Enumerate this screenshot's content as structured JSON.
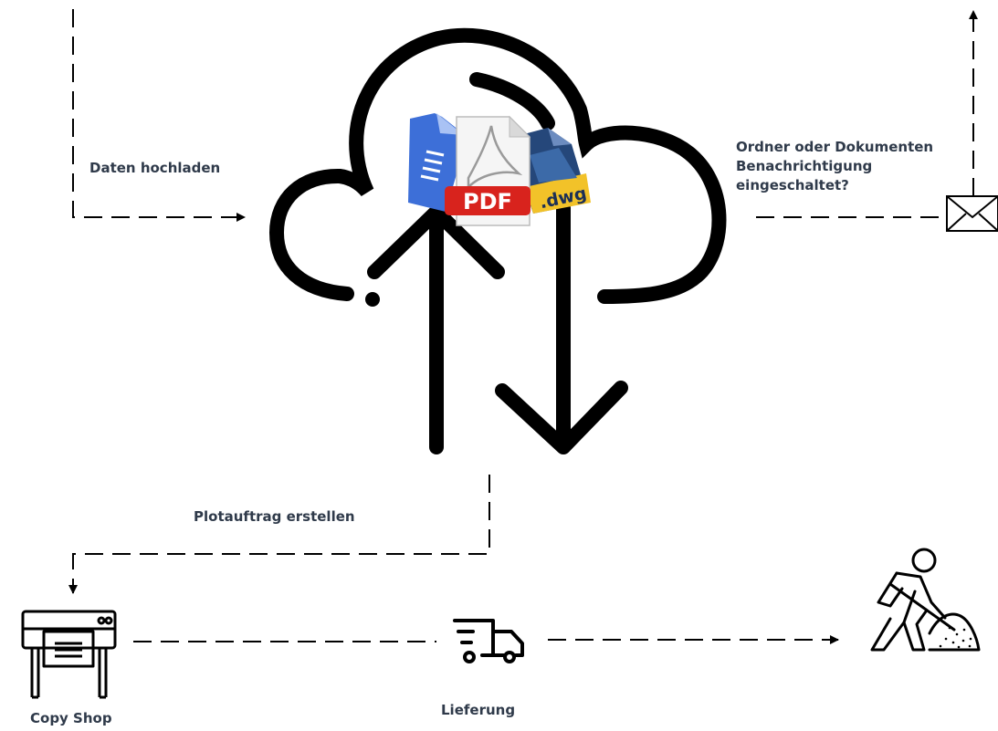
{
  "labels": {
    "upload": "Daten hochladen",
    "notify_line1": "Ordner oder Dokumenten",
    "notify_line2": "Benachrichtigung",
    "notify_line3": "eingeschaltet?",
    "plot_order": "Plotauftrag erstellen",
    "copy_shop": "Copy Shop",
    "delivery": "Lieferung"
  },
  "doc_badges": {
    "pdf": "PDF",
    "dwg": ".dwg"
  },
  "colors": {
    "text": "#2f3a4a",
    "line": "#000000",
    "pdf_red": "#d8231d",
    "docs_blue": "#3d6fd8",
    "dwg_yellow": "#f2c229",
    "dwg_navy": "#25477a"
  },
  "icons": [
    "cloud-icon",
    "upload-arrow-icon",
    "download-arrow-icon",
    "document-icon",
    "pdf-icon",
    "dwg-icon",
    "envelope-icon",
    "plotter-icon",
    "delivery-truck-icon",
    "construction-worker-icon"
  ]
}
